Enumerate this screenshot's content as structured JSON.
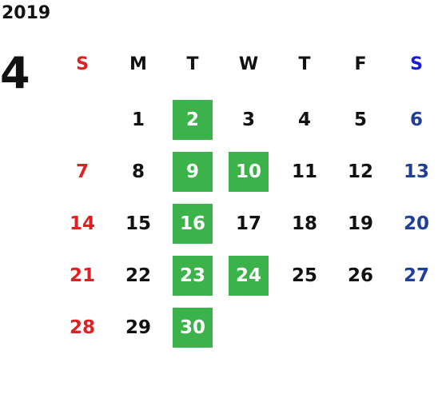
{
  "calendar": {
    "year": "2019",
    "month": "4",
    "weekdays": [
      "S",
      "M",
      "T",
      "W",
      "T",
      "F",
      "S"
    ],
    "weeks": [
      [
        "",
        "1",
        "2",
        "3",
        "4",
        "5",
        "6"
      ],
      [
        "7",
        "8",
        "9",
        "10",
        "11",
        "12",
        "13"
      ],
      [
        "14",
        "15",
        "16",
        "17",
        "18",
        "19",
        "20"
      ],
      [
        "21",
        "22",
        "23",
        "24",
        "25",
        "26",
        "27"
      ],
      [
        "28",
        "29",
        "30",
        "",
        "",
        "",
        ""
      ]
    ],
    "highlighted_days": [
      "2",
      "9",
      "10",
      "16",
      "23",
      "24",
      "30"
    ]
  },
  "colors": {
    "highlight": "#3cb24a",
    "sunday": "#e02020",
    "saturday": "#1f3f9a",
    "saturday_header": "#1a1adc",
    "text": "#111111"
  }
}
